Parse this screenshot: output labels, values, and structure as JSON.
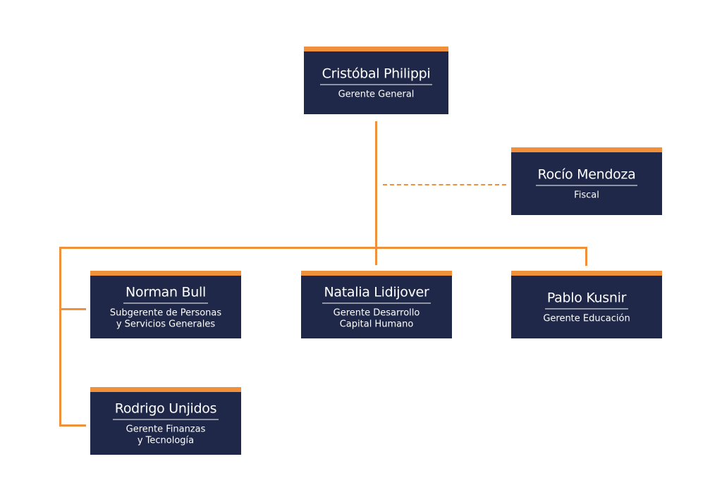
{
  "org_chart": {
    "colors": {
      "card_background": "#1f2848",
      "accent": "#f0903a",
      "text": "#ffffff",
      "page_background": "#ffffff"
    },
    "nodes": [
      {
        "id": "philippi",
        "name": "Cristóbal Philippi",
        "role": "Gerente General"
      },
      {
        "id": "mendoza",
        "name": "Rocío Mendoza",
        "role": "Fiscal",
        "relation": "dashed-advisory-to-philippi"
      },
      {
        "id": "bull",
        "name": "Norman Bull",
        "role": "Subgerente de Personas\ny Servicios Generales",
        "reports_to": "philippi"
      },
      {
        "id": "lidijover",
        "name": "Natalia Lidijover",
        "role": "Gerente Desarrollo\nCapital Humano",
        "reports_to": "philippi"
      },
      {
        "id": "kusnir",
        "name": "Pablo Kusnir",
        "role": "Gerente Educación",
        "reports_to": "philippi"
      },
      {
        "id": "unjidos",
        "name": "Rodrigo Unjidos",
        "role": "Gerente Finanzas\ny Tecnología",
        "reports_to": "philippi"
      }
    ]
  }
}
